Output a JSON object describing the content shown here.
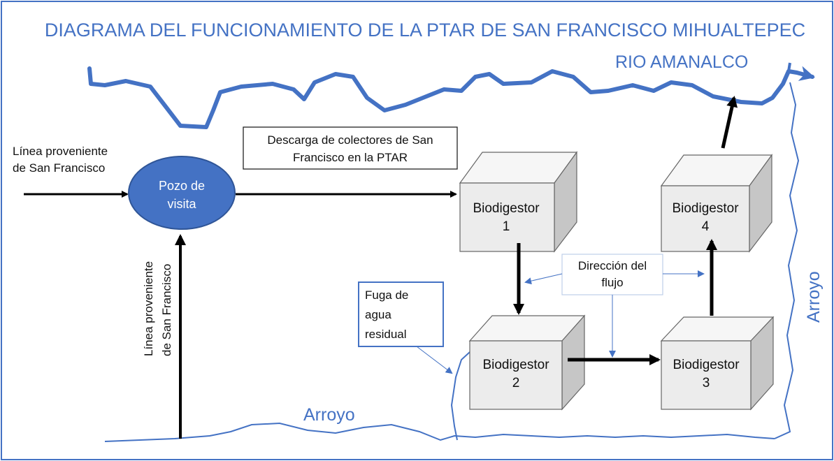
{
  "title": "DIAGRAMA DEL FUNCIONAMIENTO DE LA PTAR DE SAN FRANCISCO MIHUALTEPEC",
  "river_label": "RIO AMANALCO",
  "stream_bottom_label": "Arroyo",
  "stream_right_label": "Arroyo",
  "pozo": {
    "line1": "Pozo de",
    "line2": "visita"
  },
  "linea_horizontal": {
    "line1": "Línea proveniente",
    "line2": "de San Francisco"
  },
  "linea_vertical": {
    "line1": "Línea proveniente",
    "line2": "de San Francisco"
  },
  "descarga": {
    "line1": "Descarga de colectores de San",
    "line2": "Francisco en la PTAR"
  },
  "fuga": {
    "line1": "Fuga de",
    "line2": "agua",
    "line3": "residual"
  },
  "direccion": {
    "line1": "Dirección del",
    "line2": "flujo"
  },
  "biodigestores": [
    {
      "name": "Biodigestor",
      "number": "1"
    },
    {
      "name": "Biodigestor",
      "number": "2"
    },
    {
      "name": "Biodigestor",
      "number": "3"
    },
    {
      "name": "Biodigestor",
      "number": "4"
    }
  ],
  "colors": {
    "blue": "#4472c4",
    "box_front": "#ececec",
    "box_top": "#f6f6f6",
    "box_side": "#c6c6c6"
  }
}
